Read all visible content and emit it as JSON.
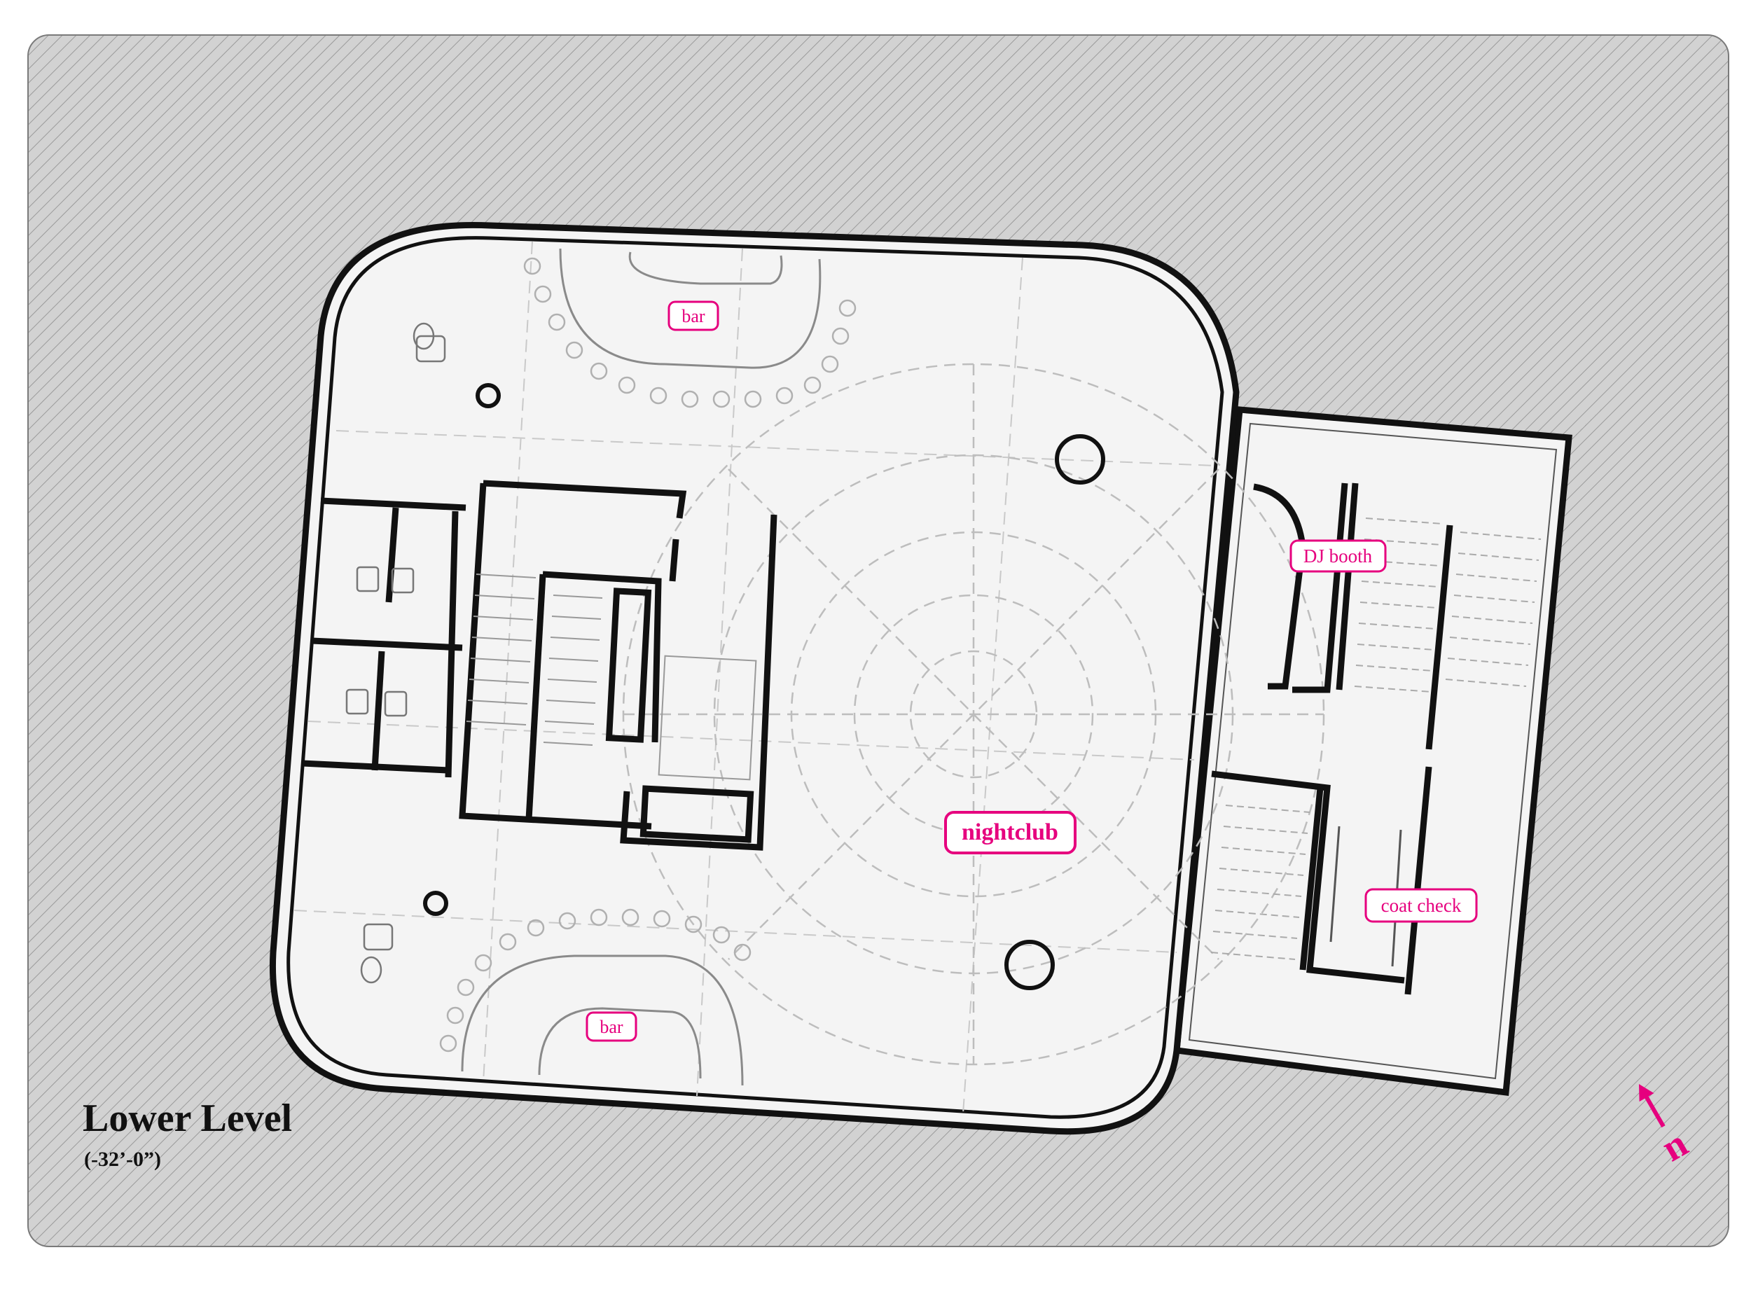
{
  "drawing": {
    "title": "Lower Level",
    "elevation": "(-32’-0”)",
    "north_marker": "n"
  },
  "rooms": {
    "bar_north": "bar",
    "bar_south": "bar",
    "dj_booth": "DJ booth",
    "nightclub": "nightclub",
    "coat_check": "coat check"
  },
  "colors": {
    "background_hatch": "#cfcfcf",
    "floor": "#f4f4f4",
    "wall": "#111111",
    "label_accent": "#e6007e"
  }
}
